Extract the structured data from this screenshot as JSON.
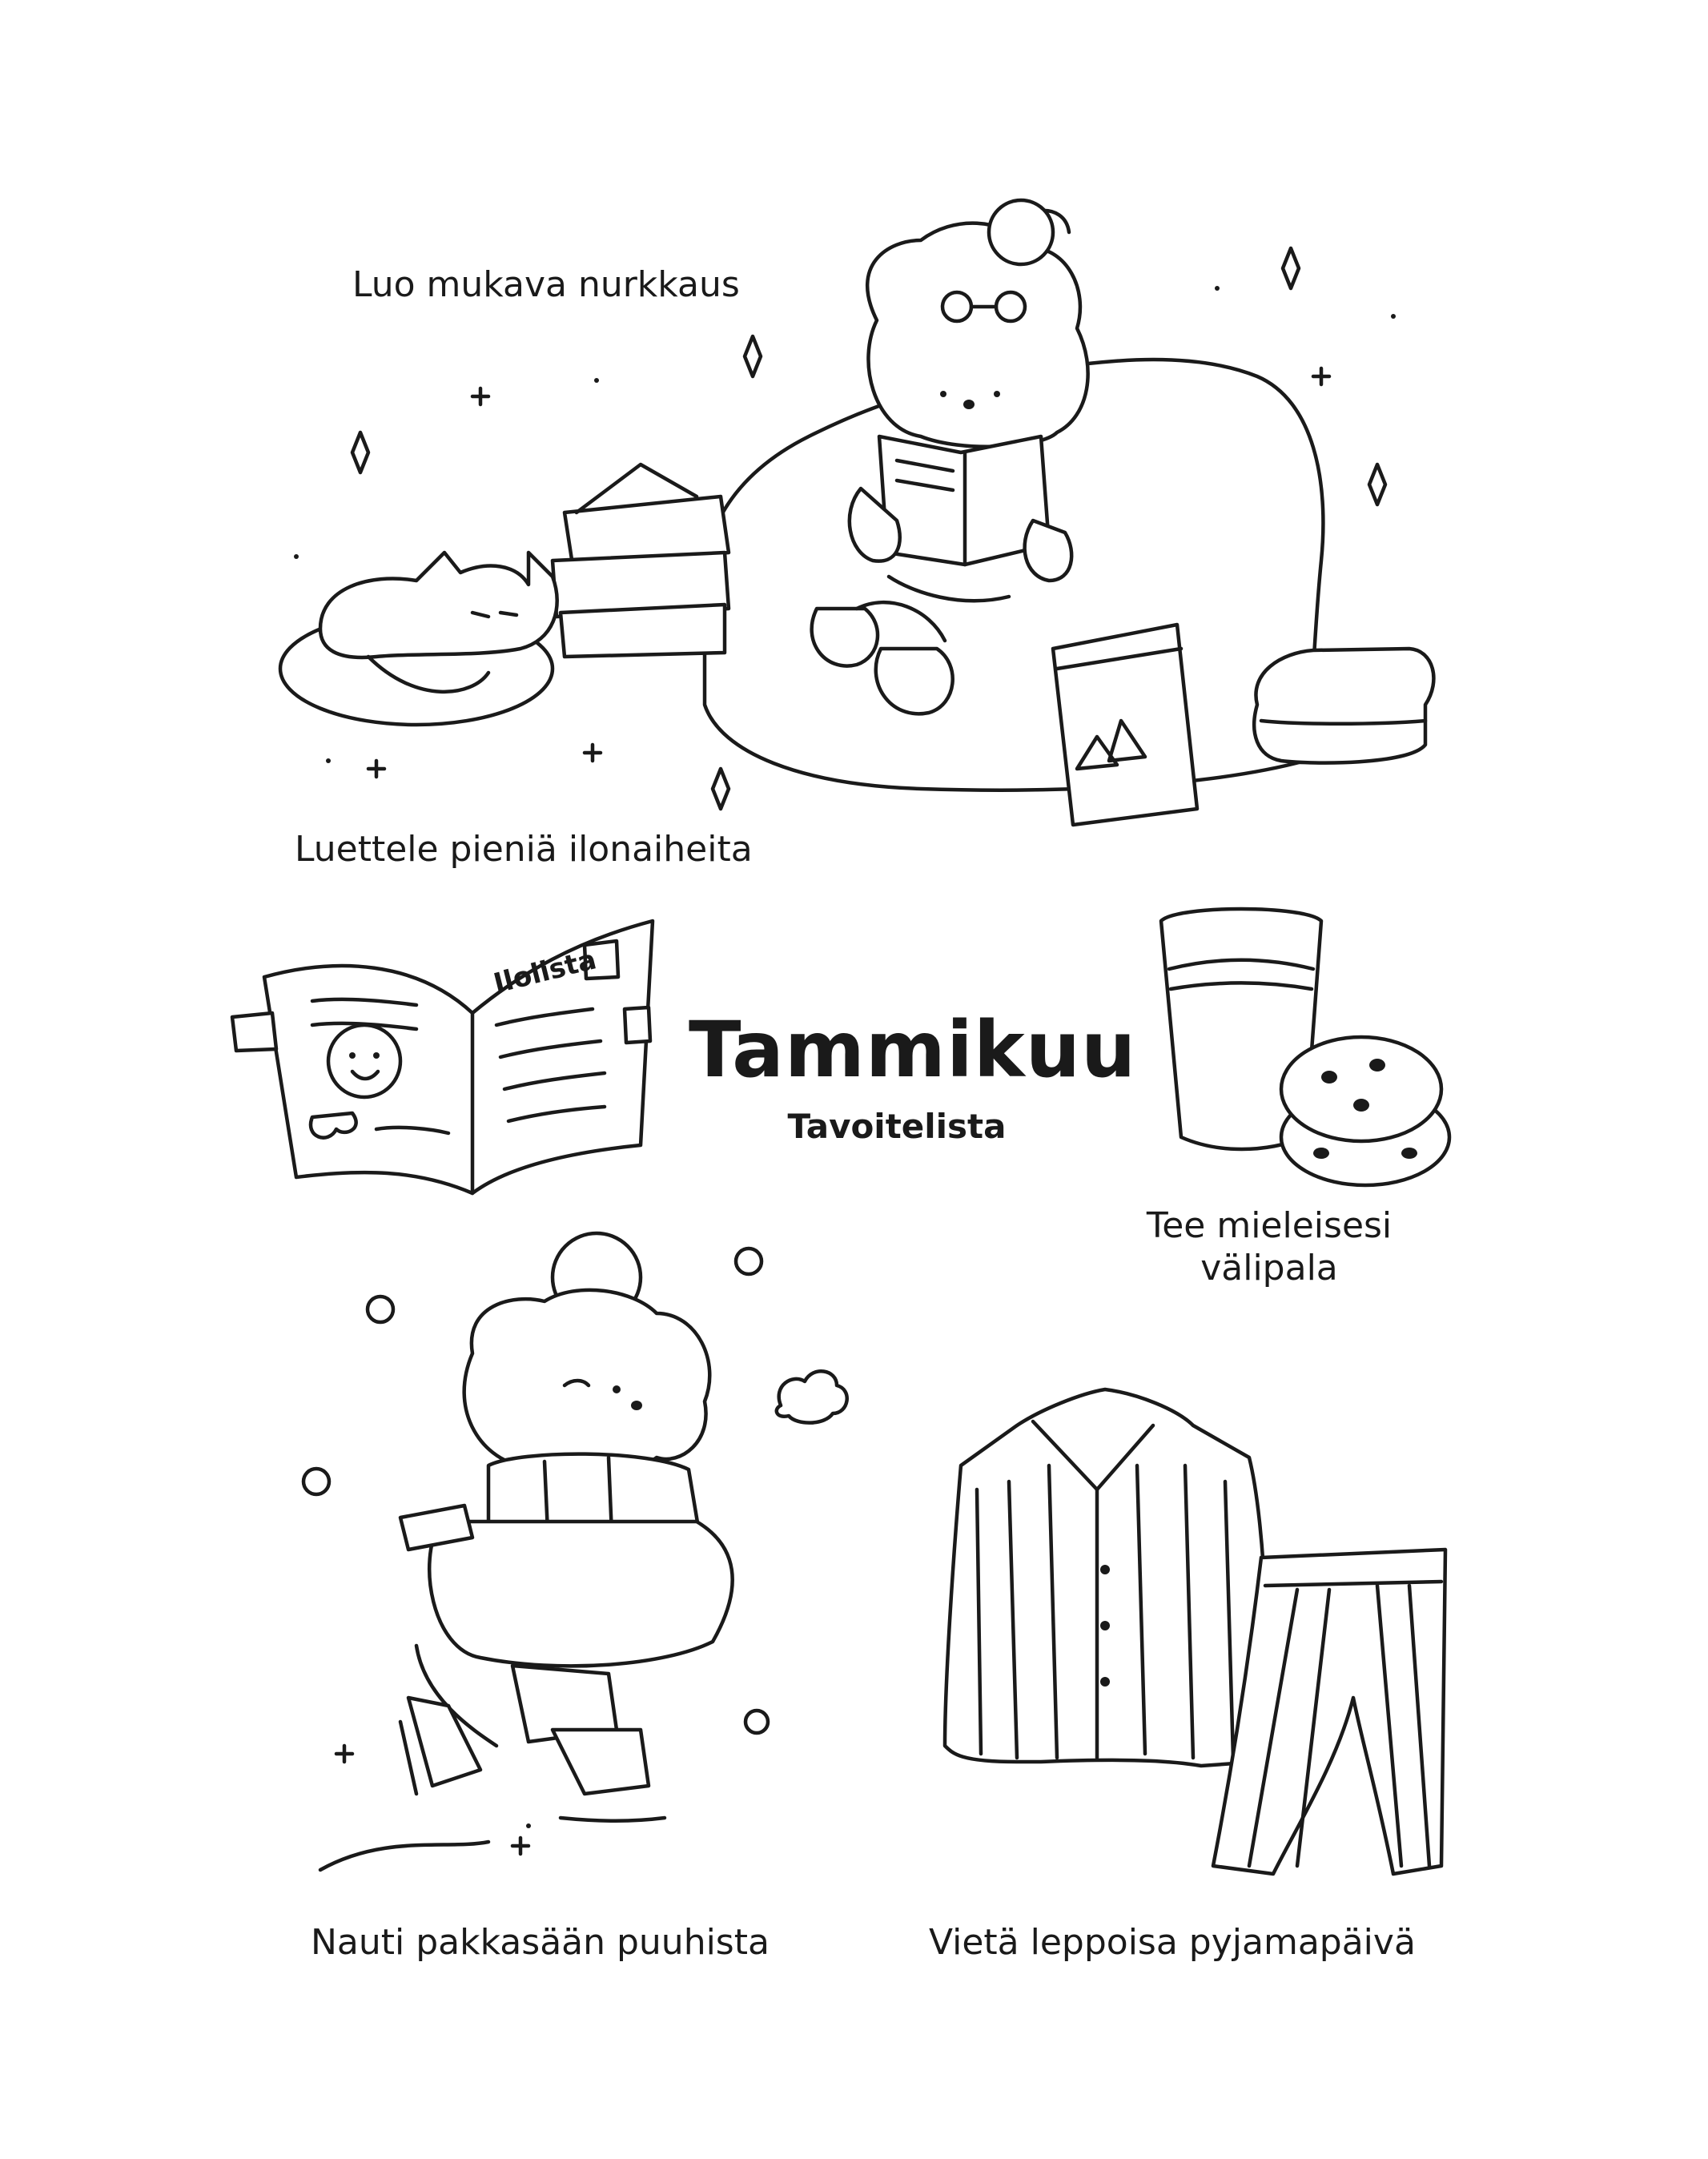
{
  "title": "Tammikuu",
  "subtitle": "Tavoitelista",
  "items": [
    {
      "label": "Luo mukava nurkkaus"
    },
    {
      "label": "Luettele pieniä ilonaiheita"
    },
    {
      "label": "Tee mieleisesi",
      "label2": "välipala"
    },
    {
      "label": "Nauti pakkasään puuhista"
    },
    {
      "label": "Vietä leppoisa pyjamapäivä"
    }
  ],
  "journal_page_text": "Ilolista",
  "colors": {
    "ink": "#1a1a1a",
    "paper": "#ffffff"
  }
}
